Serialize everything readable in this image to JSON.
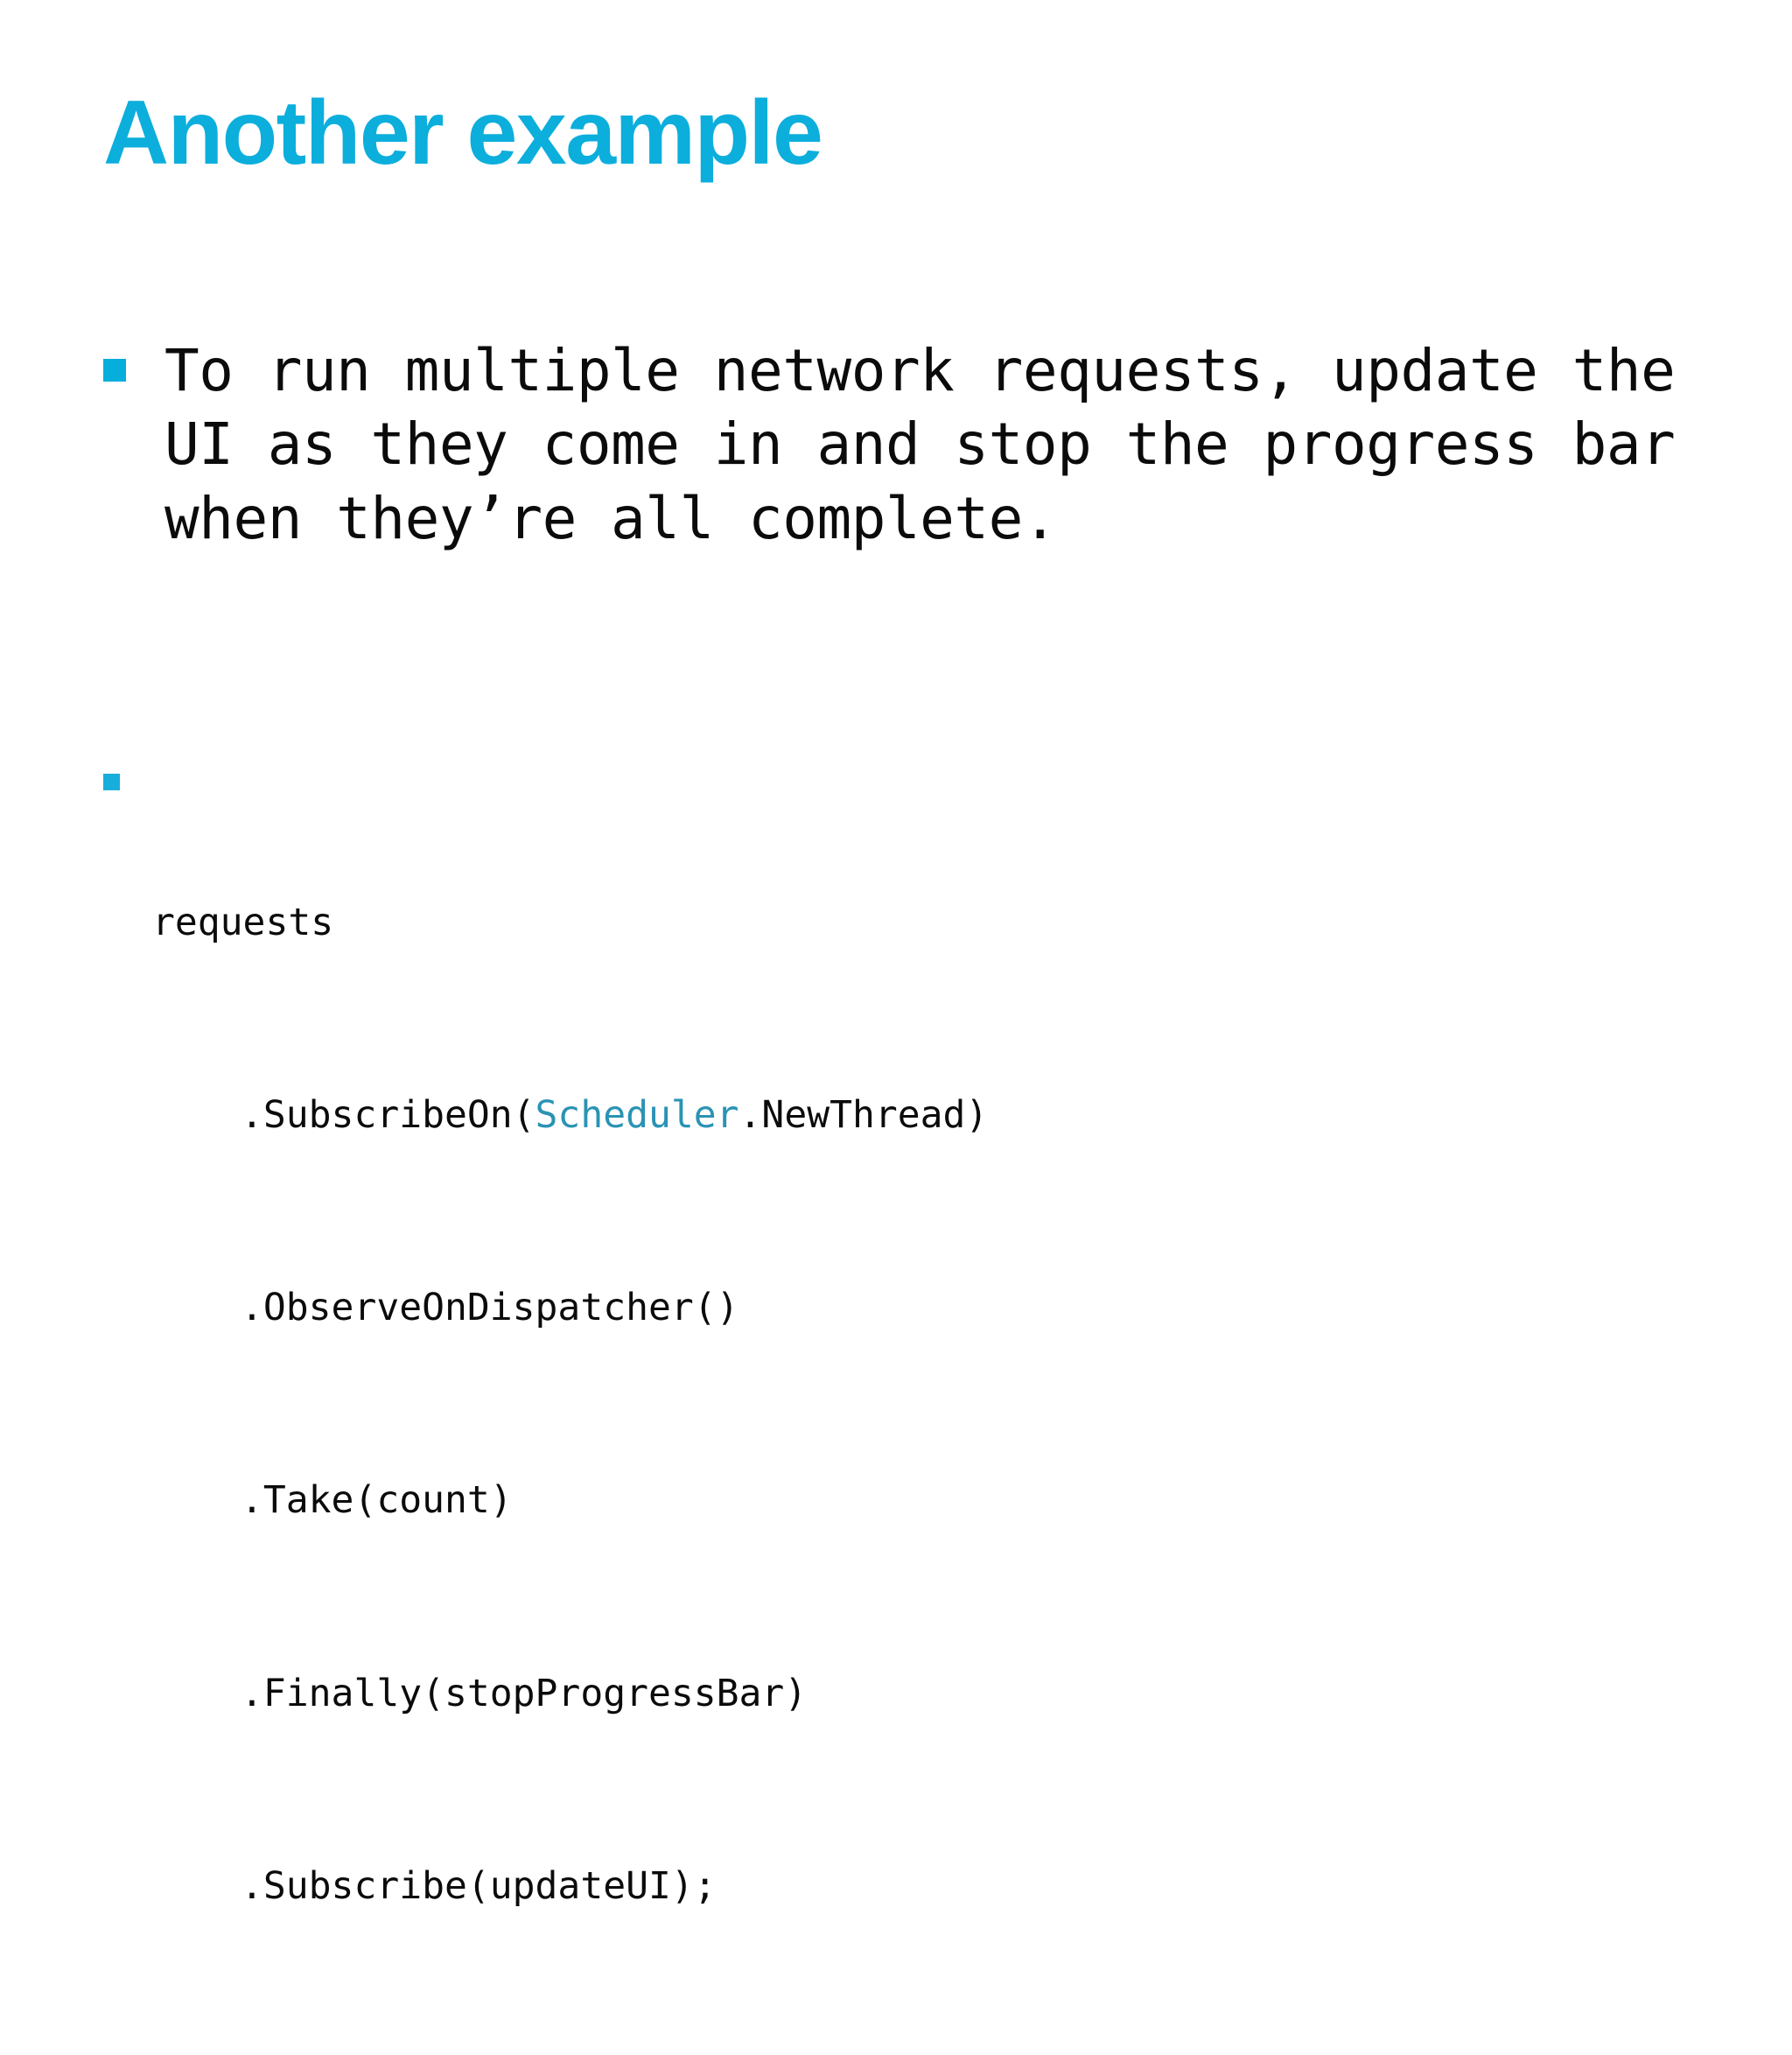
{
  "slide": {
    "background_color": "#ffffff",
    "title": {
      "text": "Another example",
      "color": "#0CAEDC"
    },
    "bullets": [
      {
        "marker_color": "#06AEDC",
        "text": "To run multiple network requests, update the UI as they come in and stop the progress bar when they’re all complete."
      }
    ],
    "code_bullet": {
      "marker_color": "#17AEDB",
      "lines": [
        {
          "indent": false,
          "prefix": "requests",
          "token": "",
          "suffix": ""
        },
        {
          "indent": true,
          "prefix": ".SubscribeOn(",
          "token": "Scheduler",
          "suffix": ".NewThread)"
        },
        {
          "indent": true,
          "prefix": ".ObserveOnDispatcher()",
          "token": "",
          "suffix": ""
        },
        {
          "indent": true,
          "prefix": ".Take(count)",
          "token": "",
          "suffix": ""
        },
        {
          "indent": true,
          "prefix": ".Finally(stopProgressBar)",
          "token": "",
          "suffix": ""
        },
        {
          "indent": true,
          "prefix": ".Subscribe(updateUI);",
          "token": "",
          "suffix": ""
        }
      ],
      "token_color": "#2A93B4"
    }
  }
}
